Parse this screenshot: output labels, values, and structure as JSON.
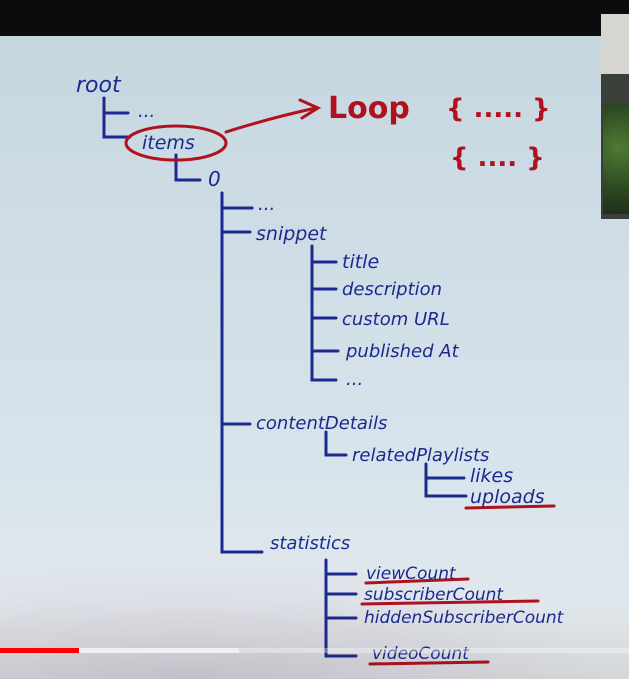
{
  "diagram": {
    "root": "root",
    "dots_top": "...",
    "items": "items",
    "index": "0",
    "loop_label": "Loop",
    "brace_row_1": "{ ..... }",
    "brace_row_2": "{ .... }",
    "dots_child": "...",
    "snippet": {
      "label": "snippet",
      "children": [
        "title",
        "description",
        "custom URL",
        "published At",
        "..."
      ]
    },
    "contentDetails": {
      "label": "contentDetails",
      "related": "relatedPlaylists",
      "children": [
        "likes",
        "uploads"
      ]
    },
    "statistics": {
      "label": "statistics",
      "children": [
        "viewCount",
        "subscriberCount",
        "hiddenSubscriberCount",
        "videoCount"
      ]
    }
  },
  "colors": {
    "ink": "#1b2a8f",
    "highlight": "#b0121d",
    "progress_played": "#ff0000"
  },
  "player": {
    "progress_played_fraction": 0.125,
    "progress_buffered_fraction": 0.38
  }
}
